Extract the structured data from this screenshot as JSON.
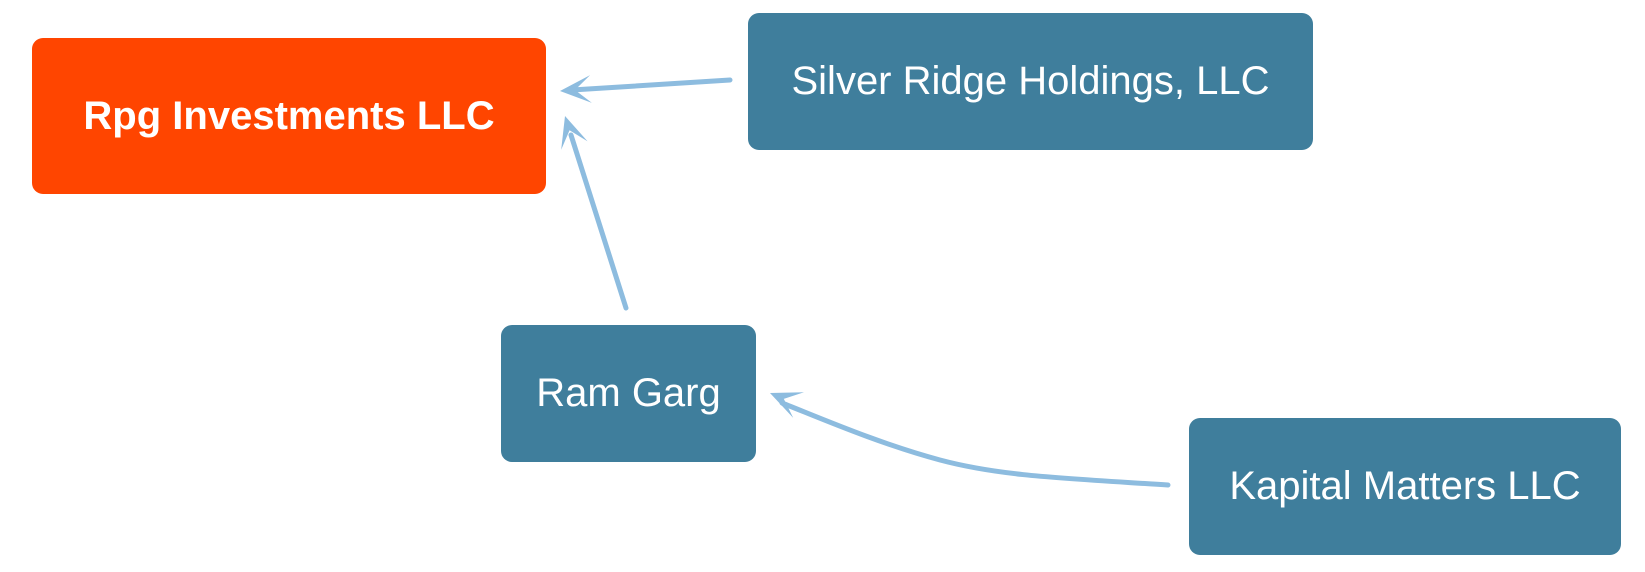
{
  "colors": {
    "focus_node": "#ff4500",
    "entity_node": "#3f7e9c",
    "edge": "#8dbcdf",
    "node_text": "#ffffff"
  },
  "nodes": {
    "main": {
      "label": "Rpg Investments LLC"
    },
    "silver": {
      "label": "Silver Ridge Holdings, LLC"
    },
    "ram": {
      "label": "Ram Garg"
    },
    "kapital": {
      "label": "Kapital Matters LLC"
    }
  },
  "edges": [
    {
      "from": "Silver Ridge Holdings, LLC",
      "to": "Rpg Investments LLC"
    },
    {
      "from": "Ram Garg",
      "to": "Rpg Investments LLC"
    },
    {
      "from": "Kapital Matters LLC",
      "to": "Ram Garg"
    }
  ]
}
